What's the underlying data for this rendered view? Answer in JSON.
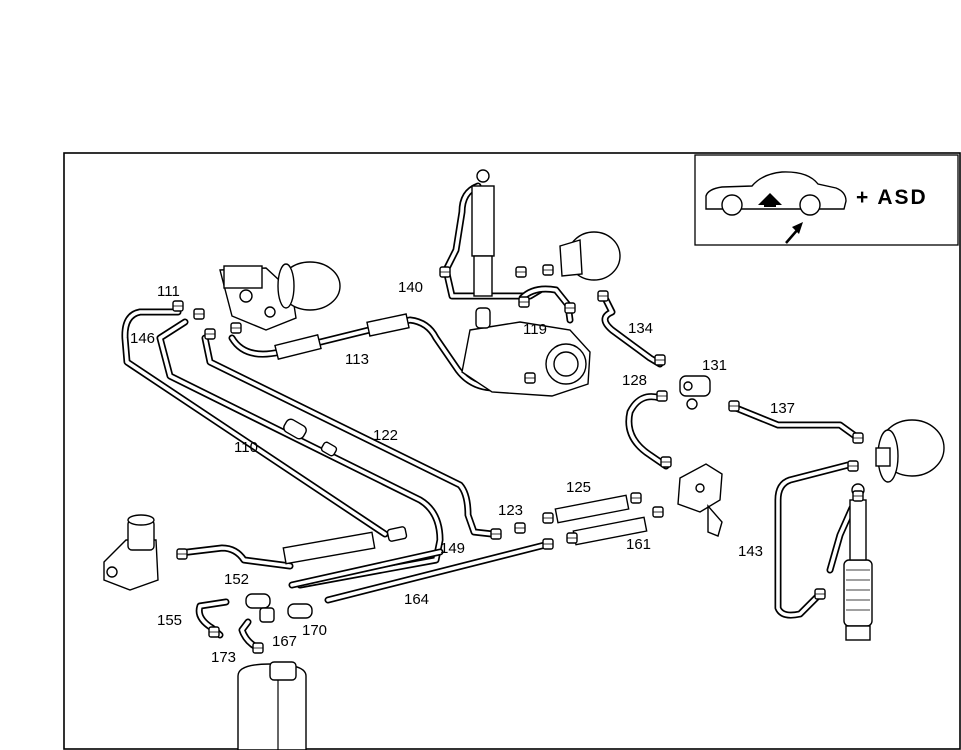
{
  "inset": {
    "label": "+ ASD",
    "icon": "car-side-icon"
  },
  "callouts": [
    {
      "id": "c111",
      "text": "111"
    },
    {
      "id": "c146",
      "text": "146"
    },
    {
      "id": "c110",
      "text": "110"
    },
    {
      "id": "c113",
      "text": "113"
    },
    {
      "id": "c122",
      "text": "122"
    },
    {
      "id": "c140",
      "text": "140"
    },
    {
      "id": "c119",
      "text": "119"
    },
    {
      "id": "c134",
      "text": "134"
    },
    {
      "id": "c131",
      "text": "131"
    },
    {
      "id": "c128",
      "text": "128"
    },
    {
      "id": "c137",
      "text": "137"
    },
    {
      "id": "c125",
      "text": "125"
    },
    {
      "id": "c123",
      "text": "123"
    },
    {
      "id": "c161",
      "text": "161"
    },
    {
      "id": "c149",
      "text": "149"
    },
    {
      "id": "c143",
      "text": "143"
    },
    {
      "id": "c152",
      "text": "152"
    },
    {
      "id": "c164",
      "text": "164"
    },
    {
      "id": "c155",
      "text": "155"
    },
    {
      "id": "c167",
      "text": "167"
    },
    {
      "id": "c170",
      "text": "170"
    },
    {
      "id": "c173",
      "text": "173"
    }
  ]
}
